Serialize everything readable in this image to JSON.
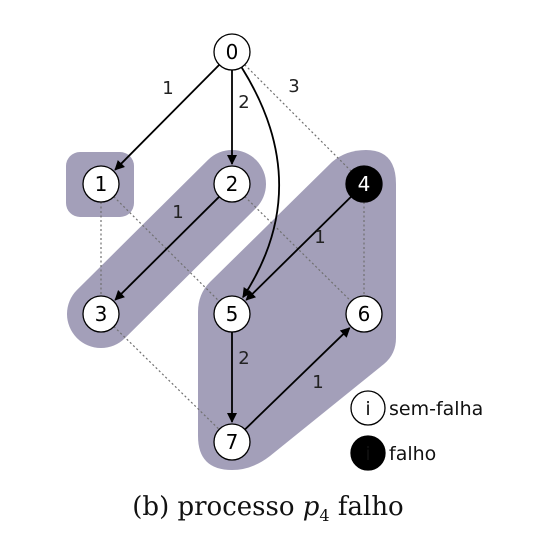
{
  "nodes": [
    {
      "id": "0",
      "label": "0",
      "faulty": false
    },
    {
      "id": "1",
      "label": "1",
      "faulty": false
    },
    {
      "id": "2",
      "label": "2",
      "faulty": false
    },
    {
      "id": "3",
      "label": "3",
      "faulty": false
    },
    {
      "id": "4",
      "label": "4",
      "faulty": true
    },
    {
      "id": "5",
      "label": "5",
      "faulty": false
    },
    {
      "id": "6",
      "label": "6",
      "faulty": false
    },
    {
      "id": "7",
      "label": "7",
      "faulty": false
    }
  ],
  "tested_edges": [
    {
      "from": "0",
      "to": "1",
      "label": "1"
    },
    {
      "from": "0",
      "to": "2",
      "label": "2"
    },
    {
      "from": "0",
      "to": "5",
      "label": "3"
    },
    {
      "from": "2",
      "to": "3",
      "label": "1"
    },
    {
      "from": "4",
      "to": "5",
      "label": "1"
    },
    {
      "from": "5",
      "to": "7",
      "label": "2"
    },
    {
      "from": "7",
      "to": "6",
      "label": "1"
    }
  ],
  "hypercube_edges": [
    {
      "from": "0",
      "to": "4"
    },
    {
      "from": "1",
      "to": "3"
    },
    {
      "from": "1",
      "to": "5"
    },
    {
      "from": "2",
      "to": "6"
    },
    {
      "from": "3",
      "to": "7"
    },
    {
      "from": "4",
      "to": "6"
    }
  ],
  "legend": {
    "fault_free_symbol": "i",
    "fault_free_label": "sem-falha",
    "faulty_symbol": "i",
    "faulty_label": "falho"
  },
  "caption": {
    "prefix": "(b)",
    "text_before": "processo",
    "process_symbol": "p",
    "process_index": "4",
    "text_after": "falho"
  },
  "colors": {
    "cluster_fill": "#a39fb9",
    "node_fill": "#ffffff",
    "faulty_fill": "#000000",
    "edge": "#000000",
    "dotted_edge": "#707070"
  }
}
